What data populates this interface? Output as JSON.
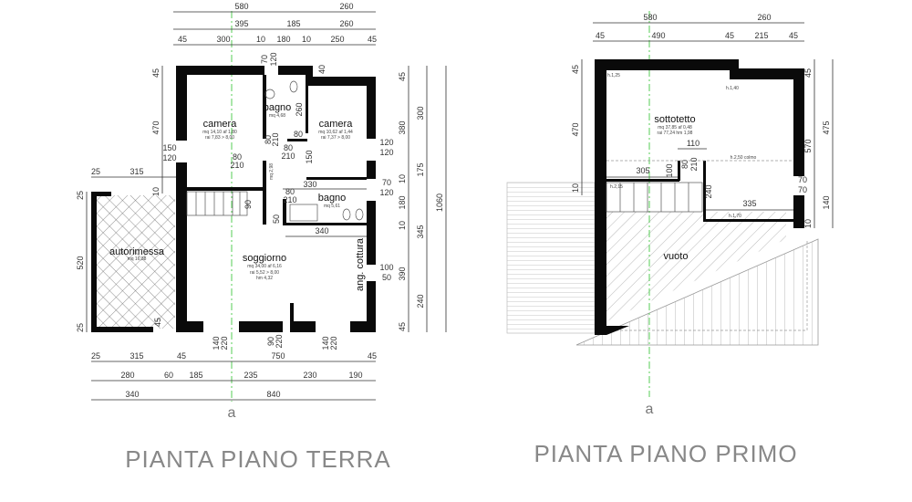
{
  "ground": {
    "title": "PIANTA PIANO TERRA",
    "section_mark": "a",
    "top_dims": [
      "580",
      "260",
      "395",
      "185",
      "260",
      "45",
      "300",
      "10",
      "180",
      "10",
      "250",
      "45"
    ],
    "bottom_dims": [
      "25",
      "315",
      "45",
      "750",
      "45",
      "280",
      "60",
      "185",
      "235",
      "230",
      "190",
      "340",
      "840"
    ],
    "left_dims": [
      "25",
      "315",
      "25",
      "520",
      "25",
      "45",
      "470",
      "150",
      "120",
      "10"
    ],
    "right_dims": [
      "45",
      "380",
      "10",
      "180",
      "10",
      "390",
      "45",
      "300",
      "175",
      "345",
      "240",
      "1060"
    ],
    "window_dims": [
      "120",
      "120",
      "70",
      "120",
      "100",
      "50"
    ],
    "inner_dims": [
      "70",
      "120",
      "40",
      "260",
      "80",
      "80",
      "210",
      "80",
      "210",
      "80",
      "210",
      "150",
      "330",
      "80",
      "210",
      "90",
      "340",
      "50",
      "mq 2,98",
      "140",
      "220",
      "90",
      "220",
      "140",
      "220",
      "45"
    ],
    "rooms": [
      {
        "name": "camera",
        "info": [
          "mq 14,10 af 1,80",
          "rai 7,83 > 8,00"
        ]
      },
      {
        "name": "bagno",
        "info": [
          "mq 4,68"
        ]
      },
      {
        "name": "camera",
        "info": [
          "mq 10,62 af 1,44",
          "rai 7,37 > 8,00"
        ]
      },
      {
        "name": "bagno",
        "info": [
          "mq 5,61"
        ]
      },
      {
        "name": "soggiorno",
        "info": [
          "mq 34,00 af 6,16",
          "rai 5,52 > 8,00",
          "hm 4,32"
        ]
      },
      {
        "name": "autorimessa",
        "info": [
          "mq 16,38"
        ]
      },
      {
        "name": "ang. cottura",
        "info": []
      }
    ]
  },
  "first": {
    "title": "PIANTA PIANO PRIMO",
    "section_mark": "a",
    "top_dims": [
      "580",
      "260",
      "45",
      "490",
      "45",
      "215",
      "45"
    ],
    "left_dims": [
      "45",
      "470",
      "10"
    ],
    "right_dims": [
      "45",
      "570",
      "475",
      "70",
      "70",
      "140",
      "10"
    ],
    "inner_dims": [
      "110",
      "305",
      "100",
      "80",
      "210",
      "240",
      "335"
    ],
    "heights": [
      "h.1,25",
      "h.1,40",
      "h.2,15",
      "h.1,70",
      "h.2,50 colmo"
    ],
    "rooms": [
      {
        "name": "sottotetto",
        "info": [
          "mq 37,85 af 0,48",
          "rai 77,24 hm 1,98"
        ]
      },
      {
        "name": "vuoto",
        "info": []
      }
    ]
  },
  "colors": {
    "wall": "#0a0a0a",
    "axis": "#55cc55",
    "title": "#888888"
  }
}
